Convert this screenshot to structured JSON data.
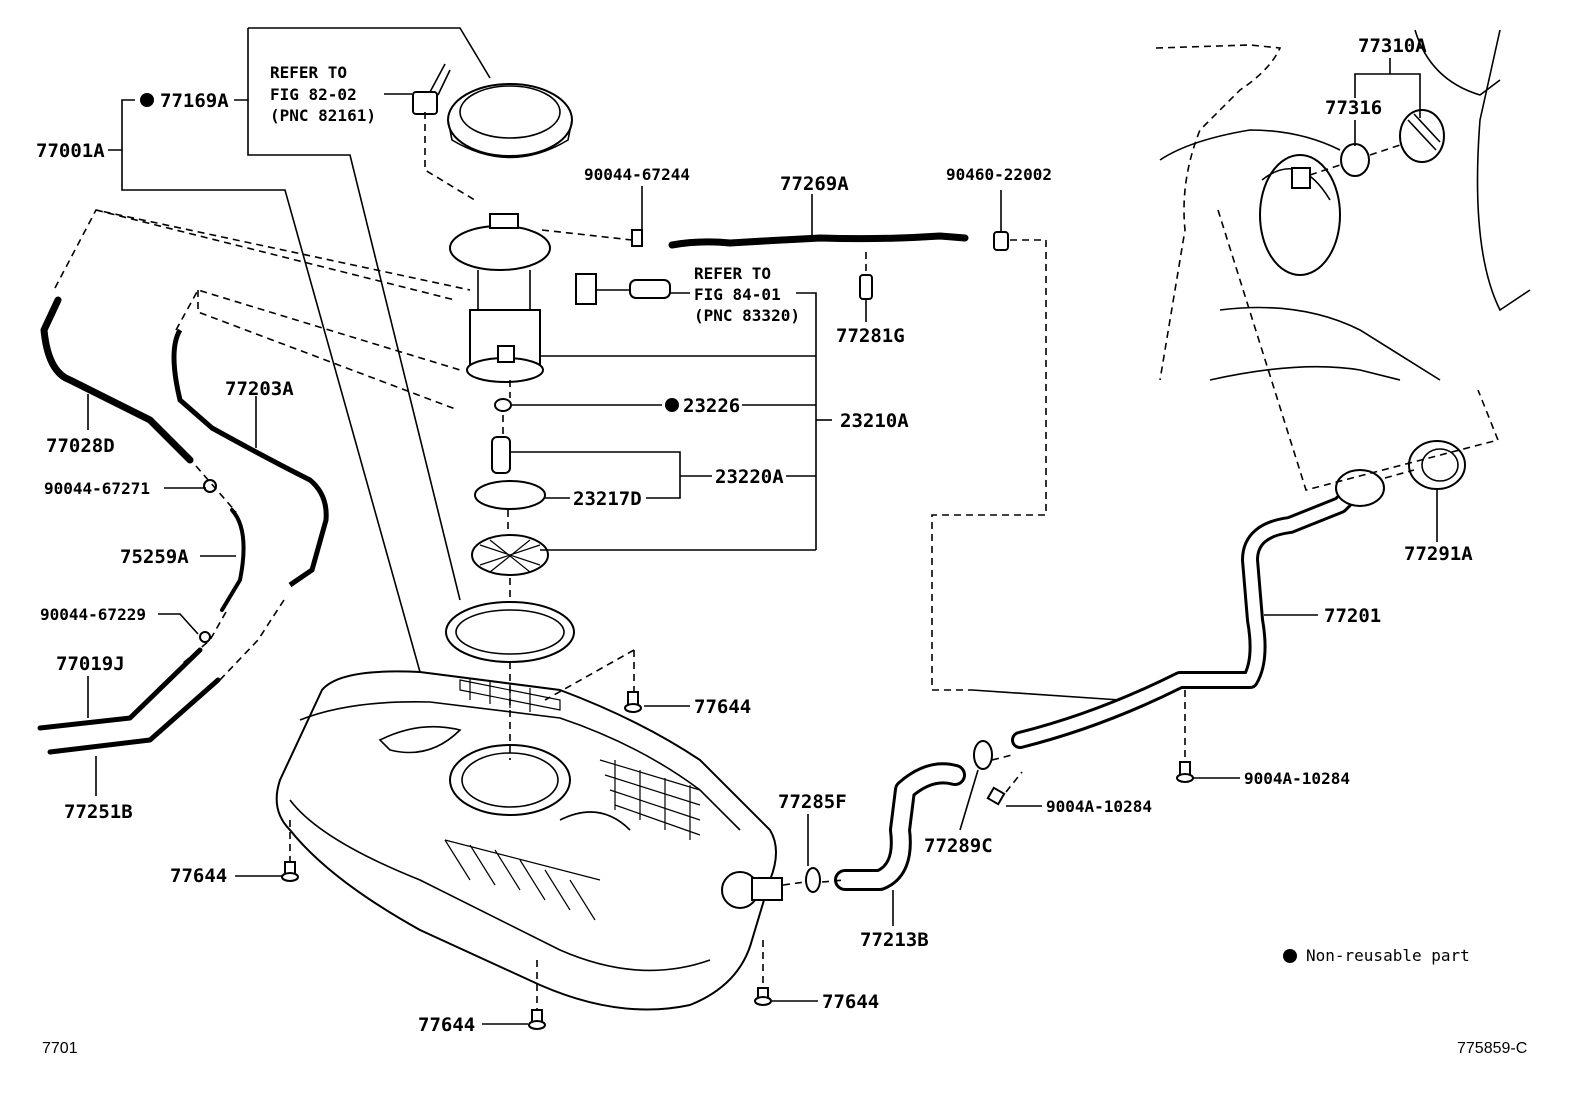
{
  "diagram": {
    "footer_left": "7701",
    "footer_right": "775859-C",
    "legend_text": "Non-reusable part",
    "refs": {
      "fig_82_02": [
        "REFER TO",
        "FIG 82-02",
        "(PNC 82161)"
      ],
      "fig_84_01": [
        "REFER TO",
        "FIG 84-01",
        "(PNC 83320)"
      ]
    },
    "labels": {
      "p77169A": "77169A",
      "p77001A": "77001A",
      "p77028D": "77028D",
      "p77203A": "77203A",
      "p90044_67271": "90044-67271",
      "p75259A": "75259A",
      "p90044_67229": "90044-67229",
      "p77019J": "77019J",
      "p77251B": "77251B",
      "p90044_67244": "90044-67244",
      "p77269A": "77269A",
      "p90460_22002": "90460-22002",
      "p77281G": "77281G",
      "p23226": "23226",
      "p23210A": "23210A",
      "p23220A": "23220A",
      "p23217D": "23217D",
      "p77644_a": "77644",
      "p77644_b": "77644",
      "p77644_c": "77644",
      "p77644_d": "77644",
      "p77310A": "77310A",
      "p77316": "77316",
      "p77291A": "77291A",
      "p77201": "77201",
      "p9004A_10284_a": "9004A-10284",
      "p9004A_10284_b": "9004A-10284",
      "p77285F": "77285F",
      "p77289C": "77289C",
      "p77213B": "77213B"
    }
  }
}
